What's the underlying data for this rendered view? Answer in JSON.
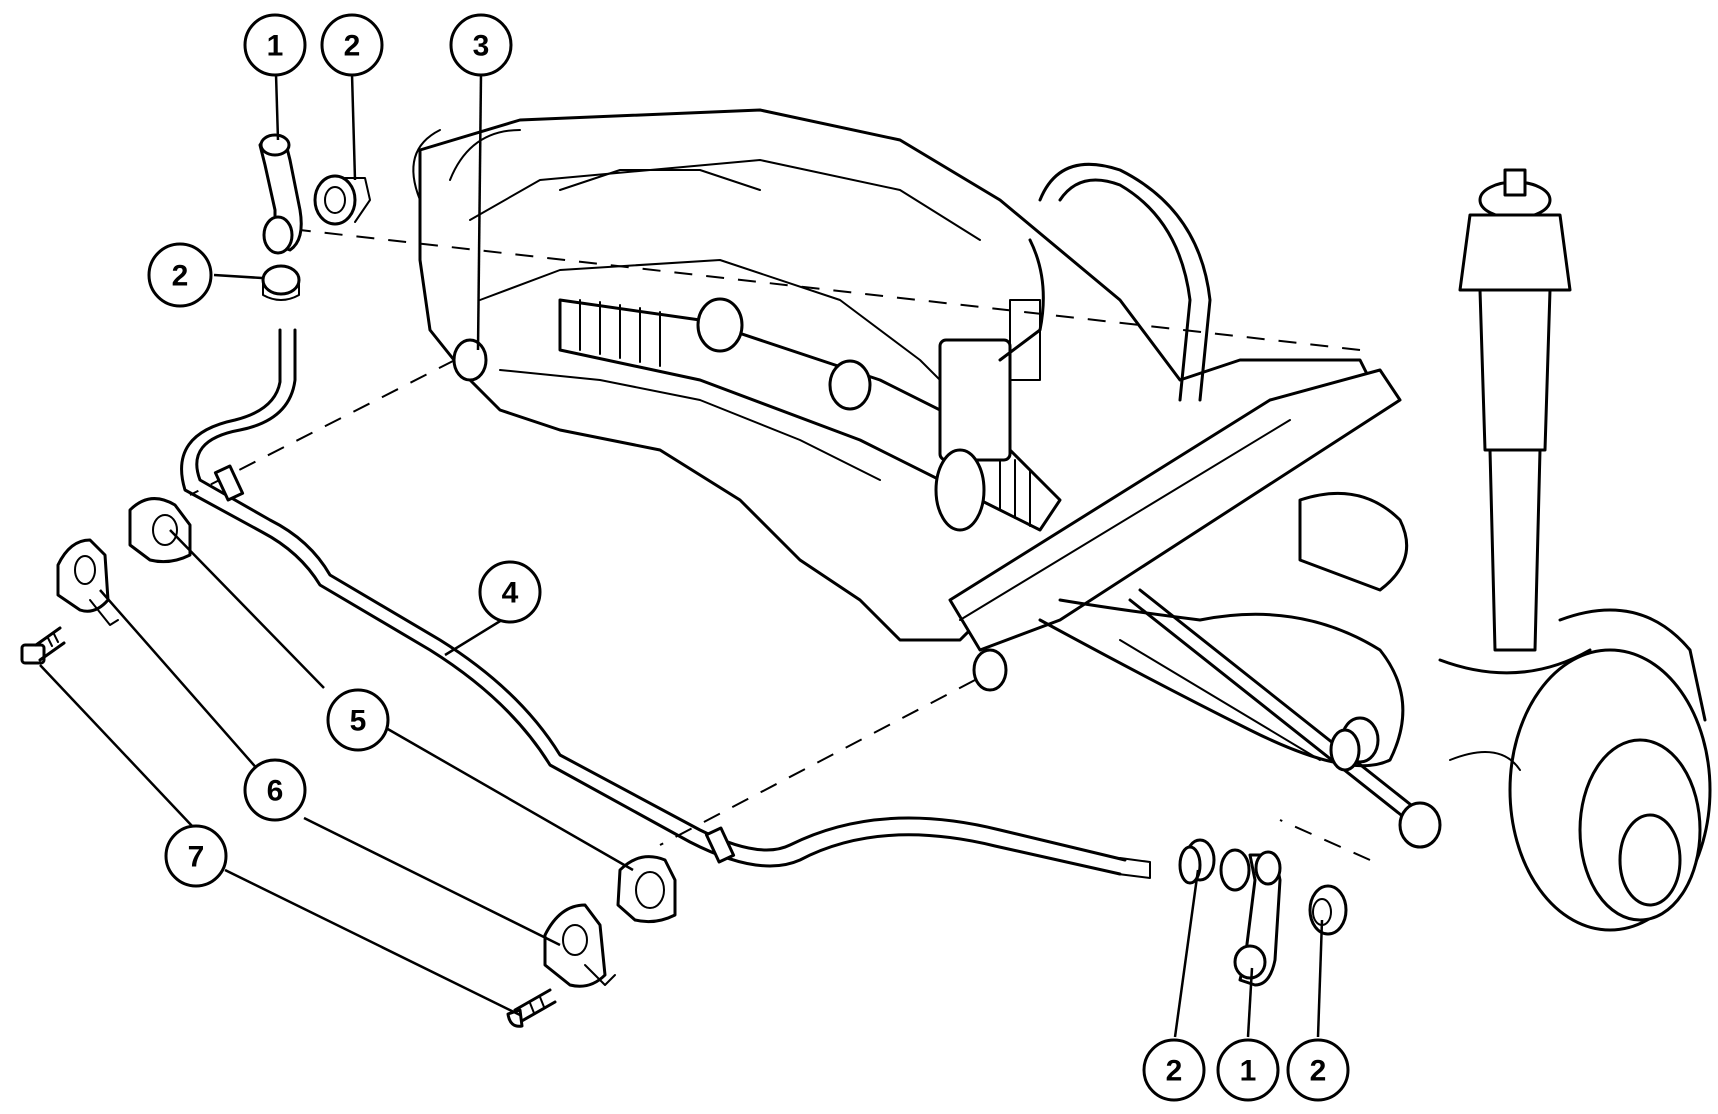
{
  "diagram": {
    "callouts": [
      {
        "id": "c1-top",
        "label": "1"
      },
      {
        "id": "c2-top",
        "label": "2"
      },
      {
        "id": "c3",
        "label": "3"
      },
      {
        "id": "c2-left",
        "label": "2"
      },
      {
        "id": "c4",
        "label": "4"
      },
      {
        "id": "c5",
        "label": "5"
      },
      {
        "id": "c6",
        "label": "6"
      },
      {
        "id": "c7",
        "label": "7"
      },
      {
        "id": "c2-bottom-left",
        "label": "2"
      },
      {
        "id": "c1-bottom",
        "label": "1"
      },
      {
        "id": "c2-bottom-right",
        "label": "2"
      }
    ]
  }
}
